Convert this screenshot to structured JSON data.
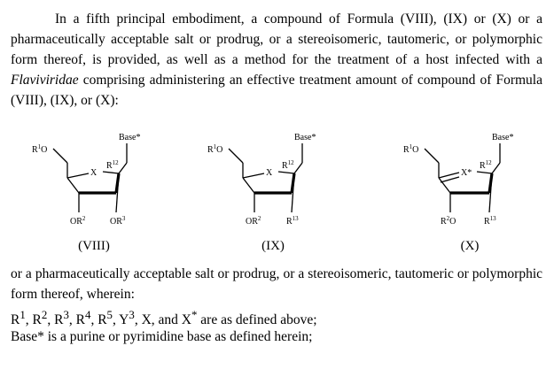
{
  "paragraph1": {
    "before_italic": "In a fifth principal embodiment, a compound of Formula (VIII), (IX) or (X) or a pharmaceutically acceptable salt or prodrug, or a stereoisomeric, tautomeric, or polymorphic form thereof, is provided, as well as a method for the treatment of a host infected with a ",
    "italic": "Flaviviridae",
    "after_italic": " comprising administering an effective treatment amount of compound of Formula (VIII), (IX), or (X):"
  },
  "structures": {
    "VIII": {
      "r5": "R",
      "r5_sup": "1",
      "r5_tail": "O",
      "base": "Base*",
      "ring_atom": "X",
      "r12": "R",
      "r12_sup": "12",
      "sub3": "OR",
      "sub3_sup": "2",
      "sub2": "OR",
      "sub2_sup": "3",
      "label": "(VIII)"
    },
    "IX": {
      "r5": "R",
      "r5_sup": "1",
      "r5_tail": "O",
      "base": "Base*",
      "ring_atom": "X",
      "r12": "R",
      "r12_sup": "12",
      "sub3": "OR",
      "sub3_sup": "2",
      "sub2": "R",
      "sub2_sup": "13",
      "label": "(IX)"
    },
    "X": {
      "r5": "R",
      "r5_sup": "1",
      "r5_tail": "O",
      "base": "Base*",
      "ring_atom": "X*",
      "r12": "R",
      "r12_sup": "12",
      "sub3": "R",
      "sub3_sup": "2",
      "sub3_tail": "O",
      "sub2": "R",
      "sub2_sup": "13",
      "label": "(X)"
    }
  },
  "paragraph2": "or a pharmaceutically acceptable salt or prodrug, or a stereoisomeric, tautomeric or polymorphic  form thereof, wherein:",
  "definitions": {
    "line1": {
      "parts": [
        "R",
        "1",
        ", R",
        "2",
        ", R",
        "3",
        ", R",
        "4",
        ", R",
        "5",
        ", Y",
        "3",
        ", X, and X",
        "*",
        " are as defined above;"
      ]
    },
    "line2": "Base* is a purine or pyrimidine base as defined herein;"
  }
}
